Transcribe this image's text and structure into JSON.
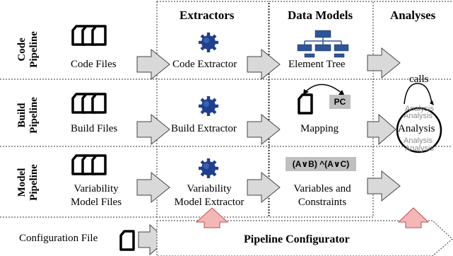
{
  "columns": {
    "extractors": "Extractors",
    "data_models": "Data Models",
    "analyses": "Analyses"
  },
  "rows": {
    "code": {
      "title_line1": "Code",
      "title_line2": "Pipeline",
      "files": "Code Files",
      "extractor": "Code Extractor",
      "model": "Element Tree"
    },
    "build": {
      "title_line1": "Build",
      "title_line2": "Pipeline",
      "files": "Build Files",
      "extractor": "Build Extractor",
      "model": "Mapping",
      "pc_box": "PC"
    },
    "model": {
      "title_line1": "Model",
      "title_line2": "Pipeline",
      "files_line1": "Variability",
      "files_line2": "Model Files",
      "extractor_line1": "Variability",
      "extractor_line2": "Model Extractor",
      "formula_box": "(A∨B) ^(A∨C)",
      "model_line1": "Variables and",
      "model_line2": "Constraints"
    }
  },
  "analyses": {
    "calls": "calls",
    "center": "Analysis",
    "faded": "Analysis"
  },
  "config": {
    "file": "Configuration File",
    "configurator": "Pipeline Configurator"
  },
  "colors": {
    "gear": "#1f3f8f",
    "tree": "#2e5597",
    "arrow_fill": "#d9d9d9",
    "red_arrow": "#f4b6b6",
    "red_arrow_stroke": "#c0504d",
    "box_gray": "#bfbfbf"
  }
}
